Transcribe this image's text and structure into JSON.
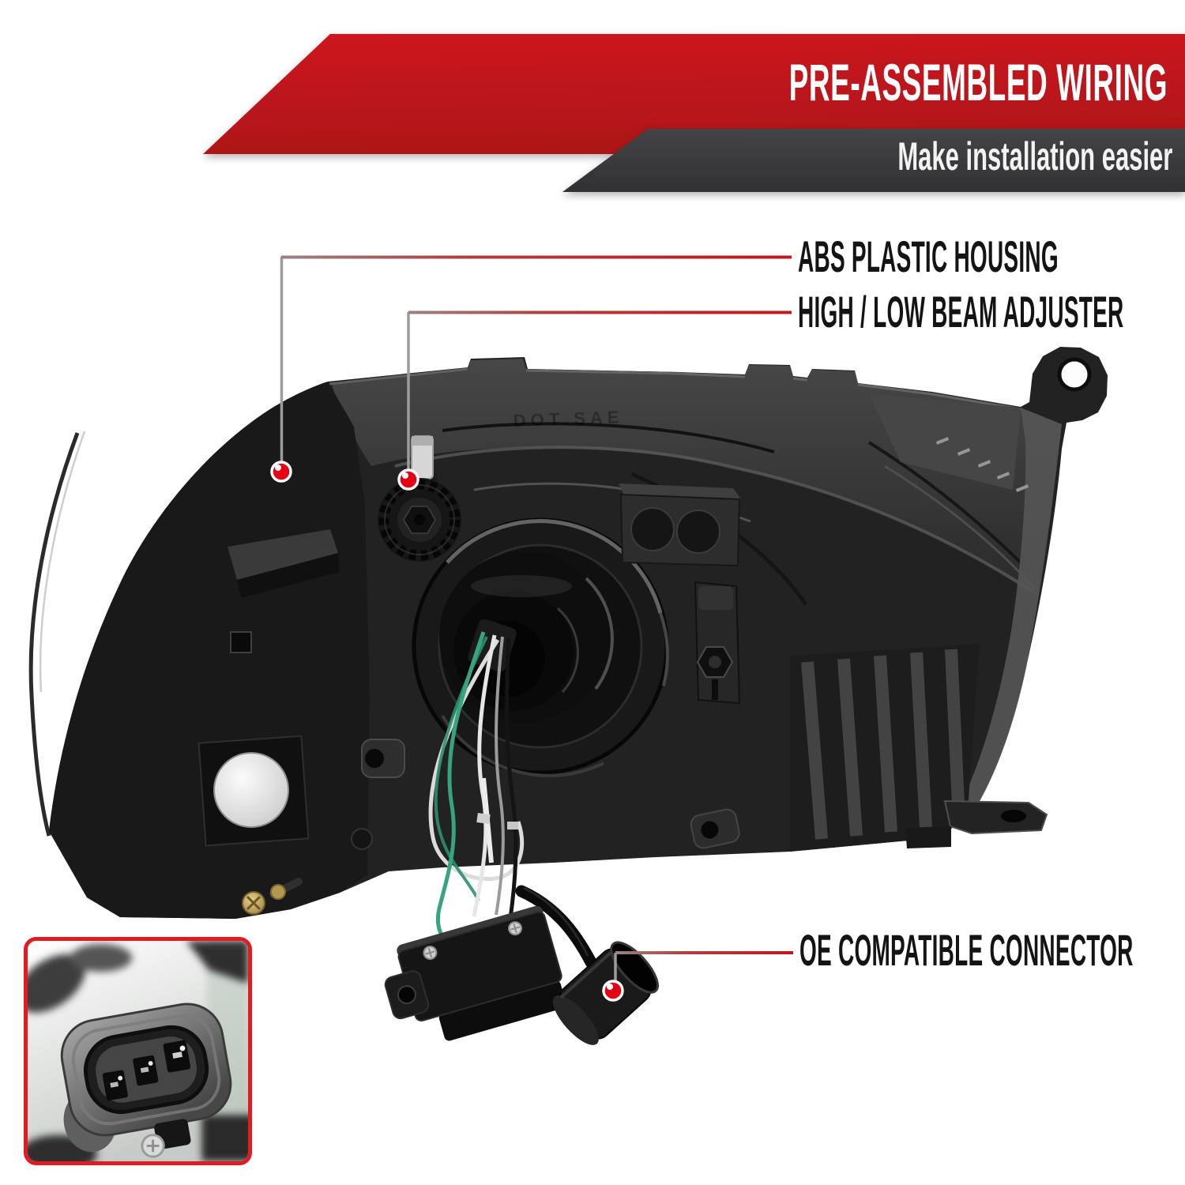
{
  "banner": {
    "title": "PRE-ASSEMBLED WIRING",
    "subtitle": "Make installation easier",
    "red": "#c3161c",
    "dark": "#3a3a3c",
    "text_color": "#ffffff"
  },
  "callouts": [
    {
      "id": "abs-plastic-housing",
      "label": "ABS PLASTIC HOUSING"
    },
    {
      "id": "high-low-beam-adjuster",
      "label": "HIGH / LOW BEAM ADJUSTER"
    },
    {
      "id": "oe-compatible-connector",
      "label": "OE COMPATIBLE CONNECTOR"
    }
  ],
  "markers": {
    "dot_color": "#e60014",
    "ring_color": "#ffffff",
    "line_gray": "#9c9c9c",
    "line_red": "#c3161c"
  },
  "colors": {
    "background": "#ffffff",
    "label_text": "#141414",
    "inset_border": "#e11b22",
    "housing_dark": "#222222",
    "wire_green": "#37a37f",
    "wire_white": "#e6e6e6",
    "brass": "#c9ae5f"
  },
  "photo": {
    "main_alt": "black ABS projector headlight housing, rear view, with pre-assembled wiring",
    "inset_alt": "close-up of OE compatible 3-pin connector socket",
    "embossed_mark": "DOT SAE"
  }
}
